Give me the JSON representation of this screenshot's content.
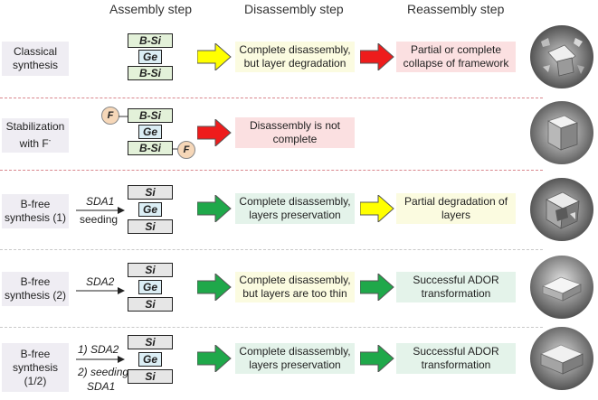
{
  "headers": {
    "assembly": "Assembly step",
    "disassembly": "Disassembly step",
    "reassembly": "Reassembly step"
  },
  "layers": {
    "bsi": "B-Si",
    "si": "Si",
    "ge": "Ge",
    "f": "F"
  },
  "rows": [
    {
      "label": "Classical synthesis",
      "disassembly": "Complete disassembly, but layer degradation",
      "reassembly": "Partial or complete collapse of framework"
    },
    {
      "label_main": "Stabilization with F",
      "label_sup": "-",
      "disassembly": "Disassembly is not complete"
    },
    {
      "label": "B-free synthesis (1)",
      "sda1": "SDA1",
      "seeding": "seeding",
      "disassembly": "Complete disassembly, layers preservation",
      "reassembly": "Partial degradation of layers"
    },
    {
      "label": "B-free synthesis (2)",
      "sda2": "SDA2",
      "disassembly": "Complete disassembly, but layers are too thin",
      "reassembly": "Successful ADOR transformation"
    },
    {
      "label": "B-free synthesis (1/2)",
      "step1": "1) SDA2",
      "step2": "2) seeding",
      "step2b": "SDA1",
      "disassembly": "Complete disassembly, layers preservation",
      "reassembly": "Successful ADOR transformation"
    }
  ],
  "colors": {
    "arrow_yellow": "#ffff00",
    "arrow_red": "#ee1c1c",
    "arrow_green": "#1fa84a",
    "box_yellow": "#fbfbe0",
    "box_pink": "#fbe0e1",
    "box_green": "#e4f3ea"
  }
}
